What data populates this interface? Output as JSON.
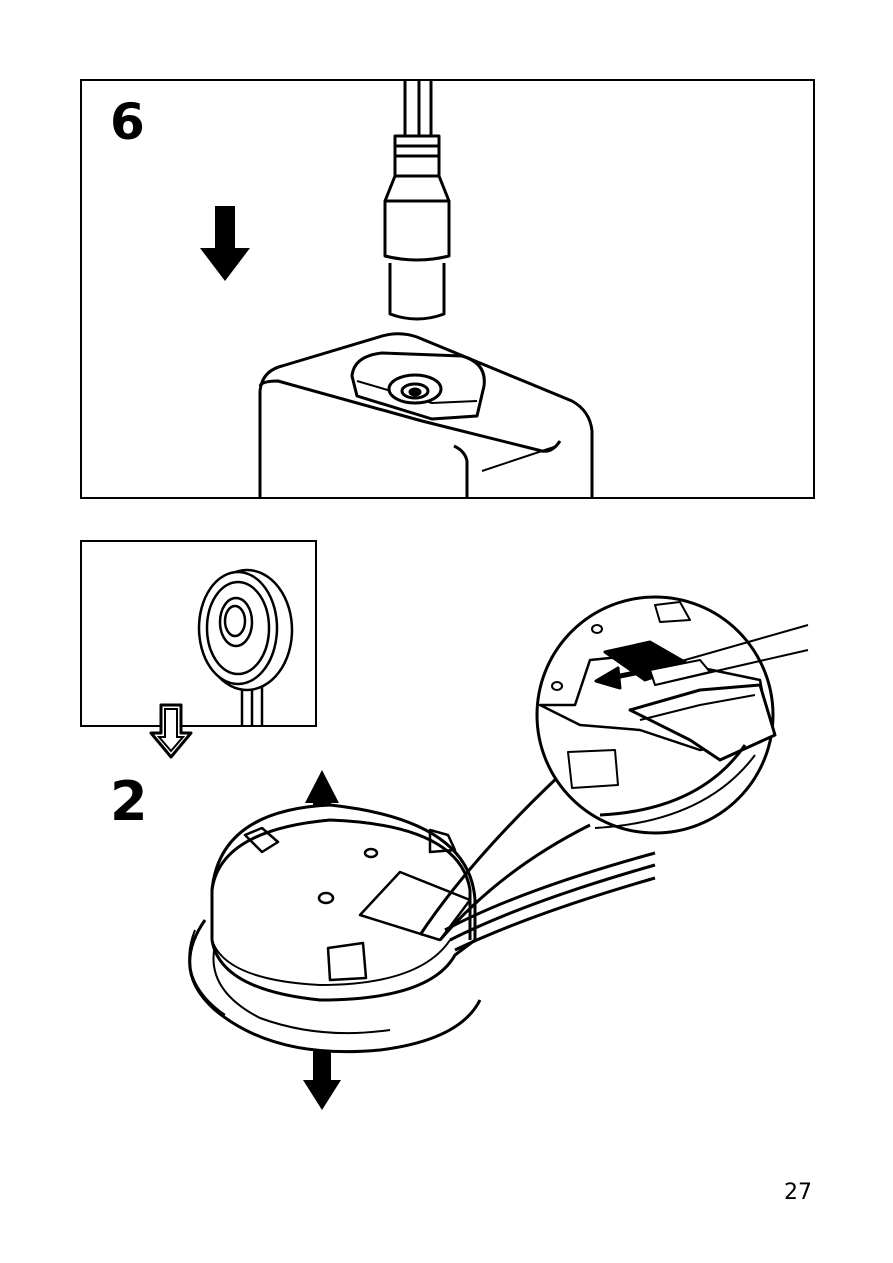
{
  "page": {
    "number": "27"
  },
  "step6": {
    "number": "6"
  },
  "step2": {
    "number": "2"
  }
}
